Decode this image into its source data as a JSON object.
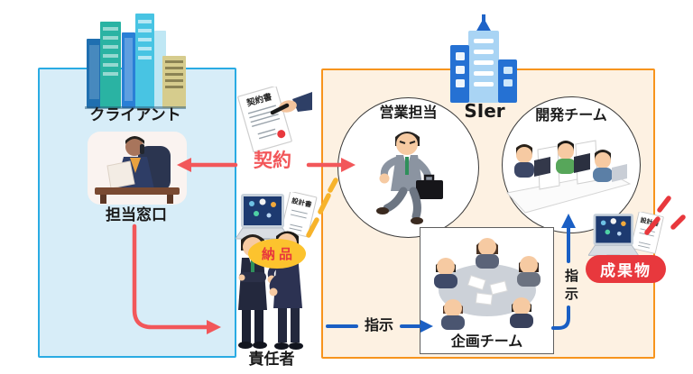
{
  "client": {
    "title": "クライアント",
    "contact_label": "担当窓口"
  },
  "sier": {
    "title": "SIer",
    "sales_label": "営業担当",
    "dev_label": "開発チーム",
    "plan_label": "企画チーム"
  },
  "between": {
    "manager_label": "責任者",
    "contract_arrow_label": "契約",
    "contract_doc_title": "契約書",
    "delivery_badge": "納品",
    "delivery_doc_title": "設計書"
  },
  "outputs": {
    "deliverable_badge": "成果物",
    "deliverable_doc_title": "設計書"
  },
  "instructions": {
    "to_plan_label": "指示",
    "to_dev_label": "指示"
  },
  "colors": {
    "client_box_border": "#2aabe3",
    "client_box_fill": "#d7edf8",
    "sier_box_border": "#f7941d",
    "sier_box_fill": "#fdf1e2",
    "contract_red": "#f2575a",
    "badge_red": "#e8383d",
    "badge_yellow": "#fcc32e",
    "instruction_blue": "#1a5fc4"
  }
}
